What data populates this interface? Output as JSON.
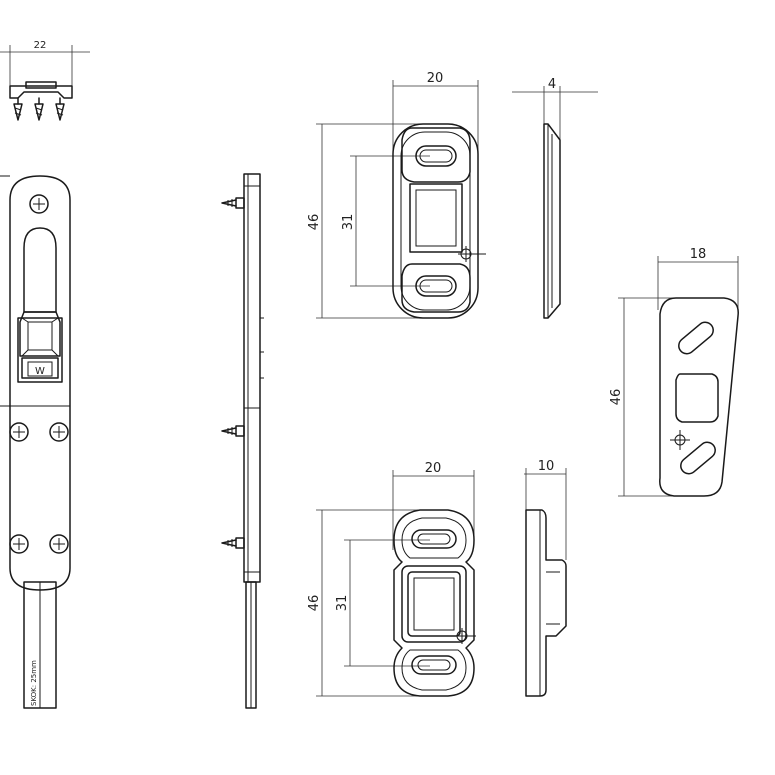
{
  "dimensions": {
    "top_left_width": "22",
    "plate_top_width": "20",
    "plate_top_thickness": "4",
    "plate_top_height": "46",
    "plate_top_slot_spacing": "31",
    "flat_plate_width": "18",
    "flat_plate_height": "46",
    "plate_bottom_width": "20",
    "plate_bottom_depth": "10",
    "plate_bottom_height": "46",
    "plate_bottom_slot_spacing": "31"
  },
  "labels": {
    "bolt_stroke": "SKOK: 25mm",
    "logo": "W"
  }
}
